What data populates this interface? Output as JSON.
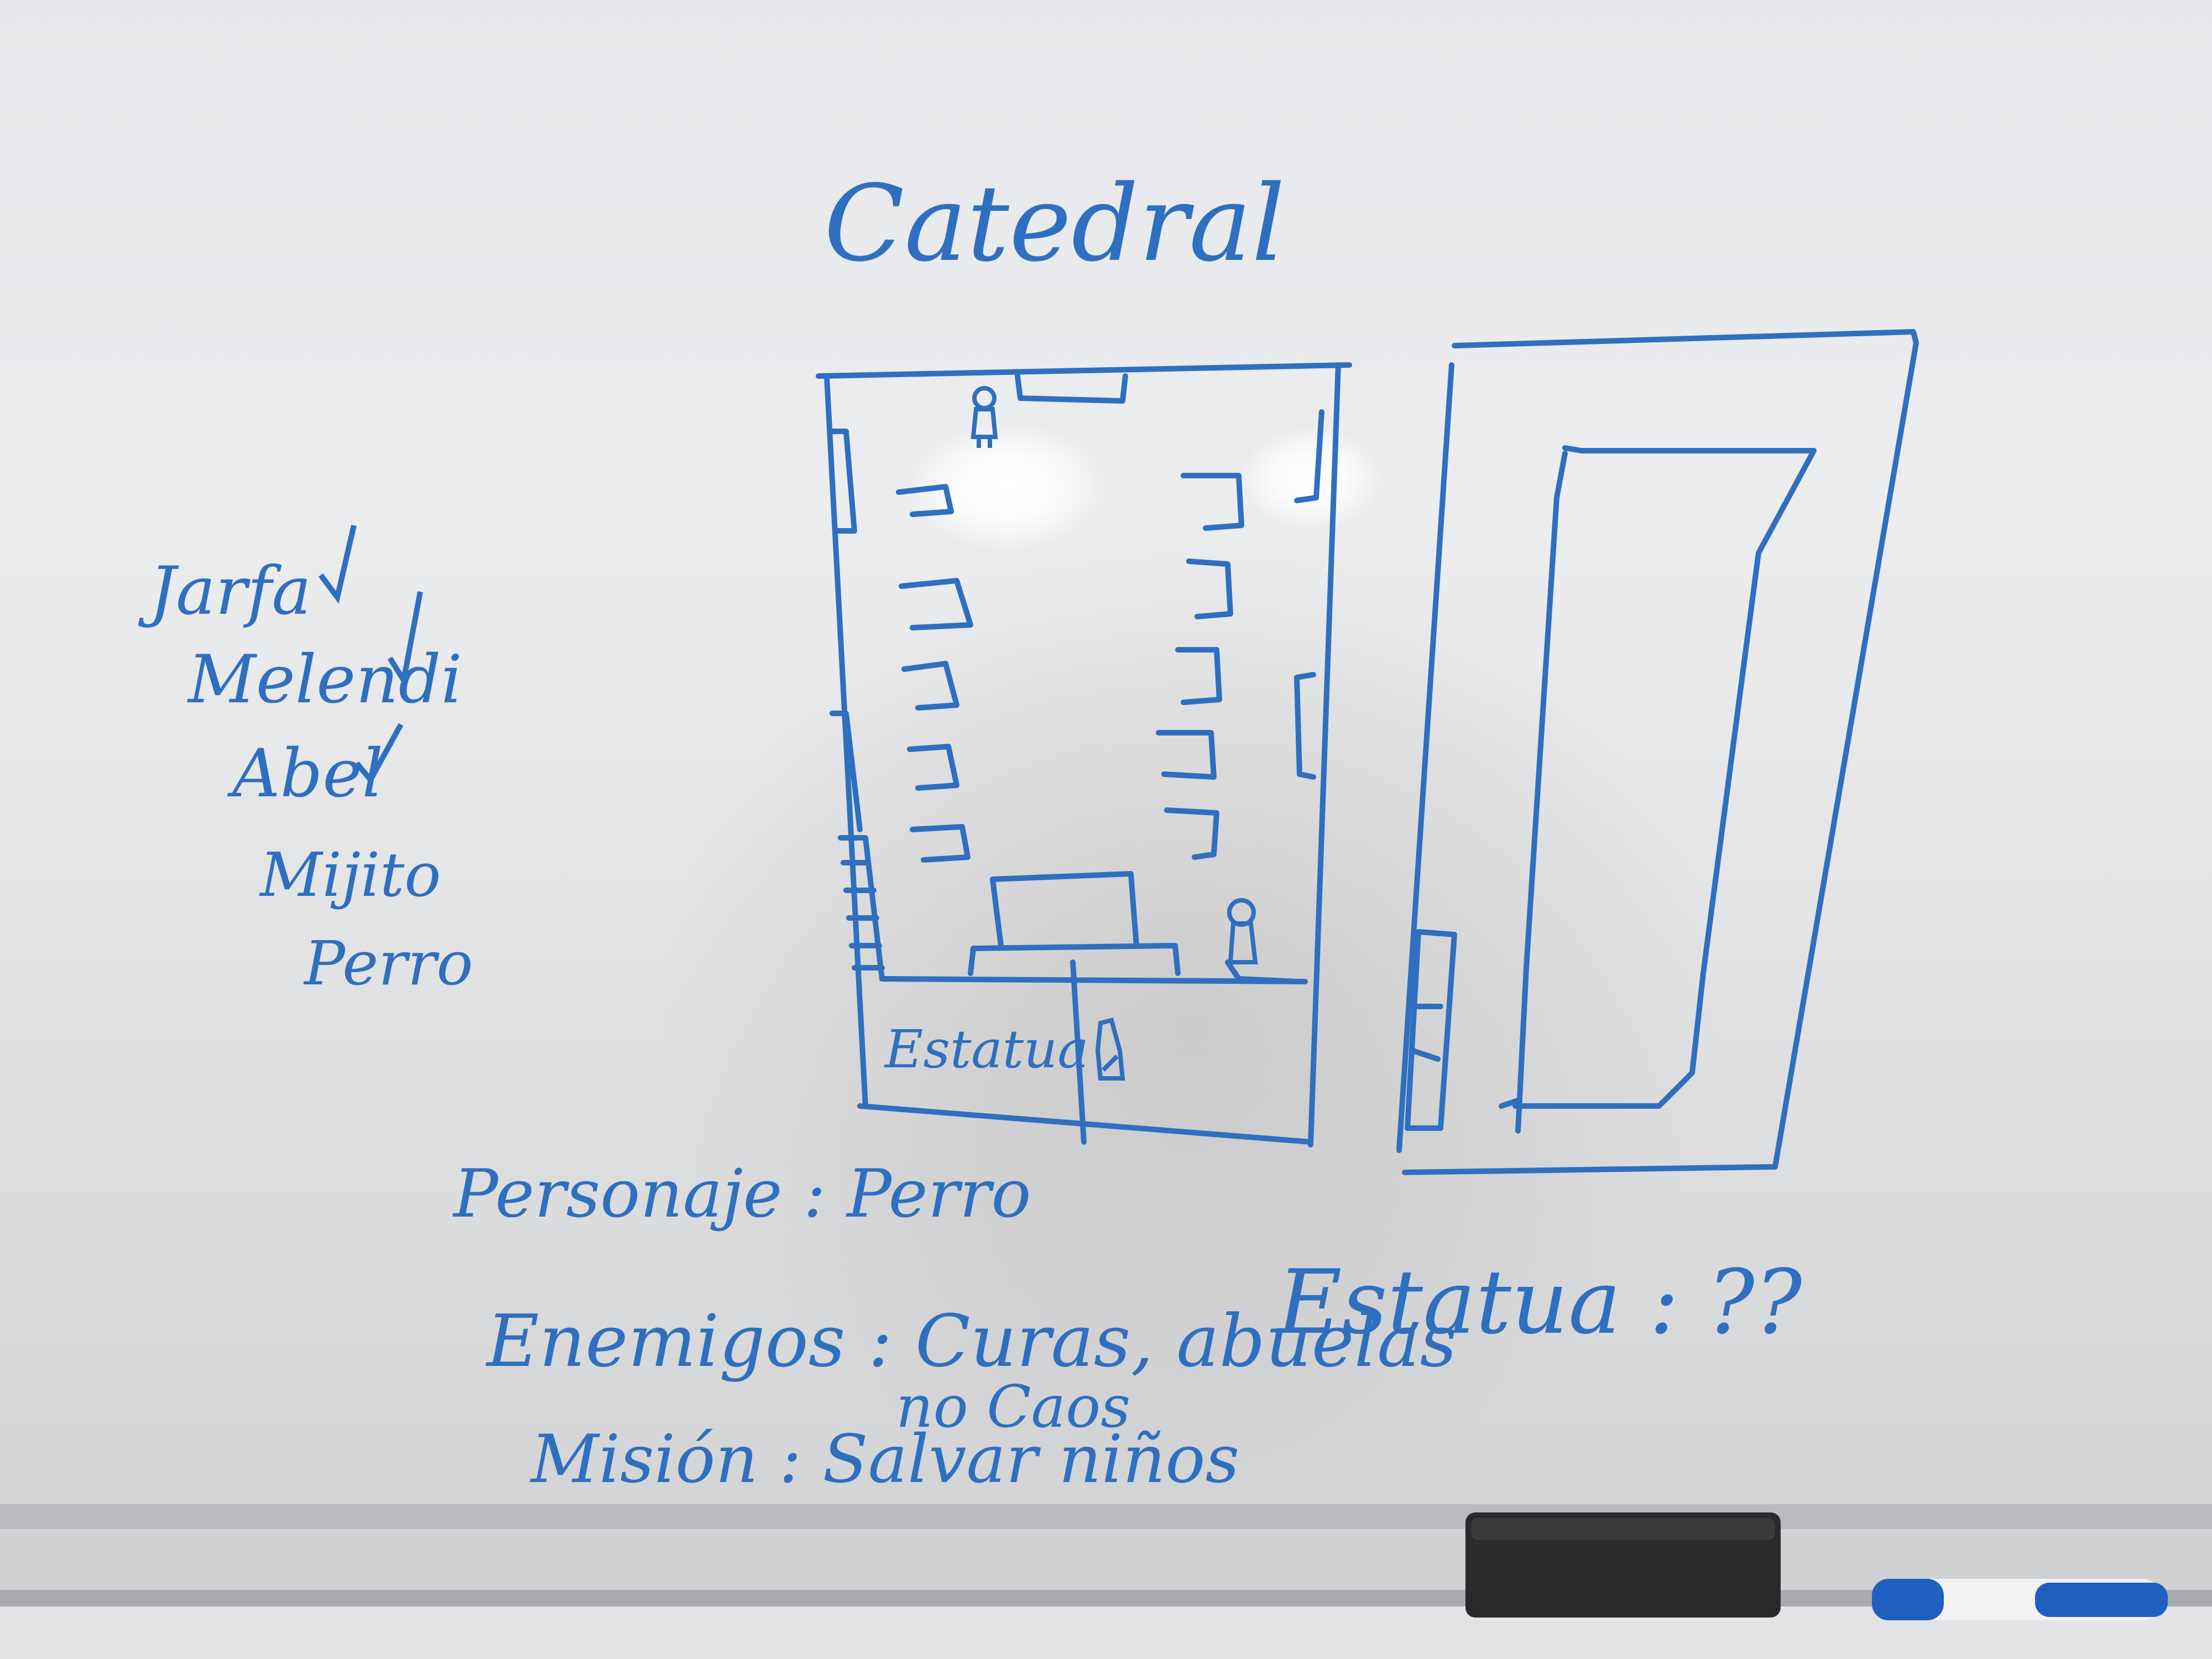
{
  "title": "Catedral",
  "checklist": [
    {
      "name": "Jarfa",
      "checked": true
    },
    {
      "name": "Melendi",
      "checked": true
    },
    {
      "name": "Abel",
      "checked": true
    },
    {
      "name": "Mijito",
      "checked": false
    },
    {
      "name": "Perro",
      "checked": false
    }
  ],
  "statue_room_label": "Estatua",
  "notes": {
    "personaje": "Personaje : Perro",
    "enemigos_line1": "Enemigos : Curas, abuelas",
    "enemigos_line2": "no Caos",
    "mision": "Misión : Salvar niños",
    "estatua": "Estatua : ??"
  },
  "colors": {
    "ink": "#2f6fbf",
    "board": "#e8e9eb",
    "rail": "#b9bbbe",
    "eraser": "#2a2a2c",
    "marker": "#1f5fc0"
  },
  "icons": [
    "check-mark-icon",
    "person-figure-icon",
    "eraser-icon",
    "marker-pen-icon"
  ]
}
